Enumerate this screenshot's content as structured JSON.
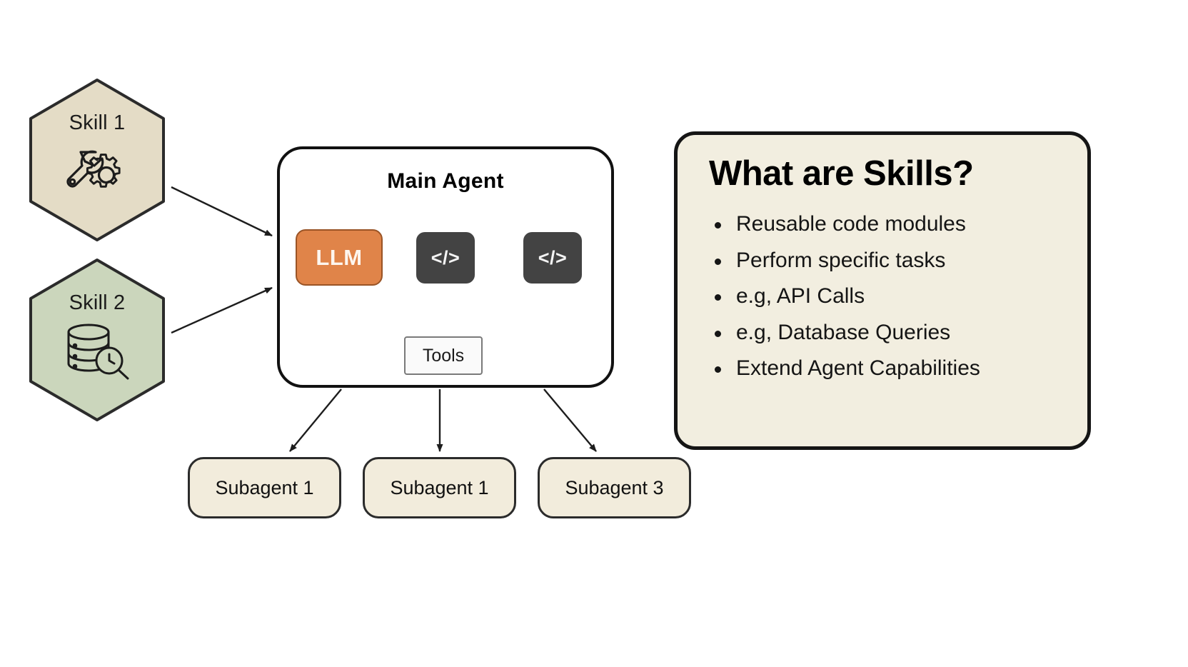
{
  "diagram": {
    "title": "Agent Skills architecture diagram",
    "background": "#ffffff"
  },
  "skills": [
    {
      "label": "Skill 1",
      "icon": "wrench-gear-icon",
      "fill": "#e4dcc6",
      "stroke": "#2b2b2b"
    },
    {
      "label": "Skill 2",
      "icon": "database-search-icon",
      "fill": "#cbd6bc",
      "stroke": "#2b2b2b"
    }
  ],
  "main_agent": {
    "title": "Main Agent",
    "llm": {
      "label": "LLM",
      "fill": "#e08449",
      "text_color": "#fdf6ef"
    },
    "code_blocks": [
      {
        "label": "</>",
        "fill": "#434343",
        "text_color": "#f4f4f4"
      },
      {
        "label": "</>",
        "fill": "#434343",
        "text_color": "#f4f4f4"
      }
    ],
    "tools": {
      "label": "Tools",
      "fill": "#fafafa",
      "stroke": "#7a7a7a"
    }
  },
  "subagents": [
    {
      "label": "Subagent 1",
      "fill": "#f2ecdc"
    },
    {
      "label": "Subagent 1",
      "fill": "#f2ecdc"
    },
    {
      "label": "Subagent 3",
      "fill": "#f2ecdc"
    }
  ],
  "info_panel": {
    "title": "What are Skills?",
    "fill": "#f2eee0",
    "stroke": "#151515",
    "bullets": [
      "Reusable code modules",
      "Perform specific tasks",
      "e.g, API Calls",
      "e.g, Database Queries",
      "Extend Agent Capabilities"
    ]
  }
}
